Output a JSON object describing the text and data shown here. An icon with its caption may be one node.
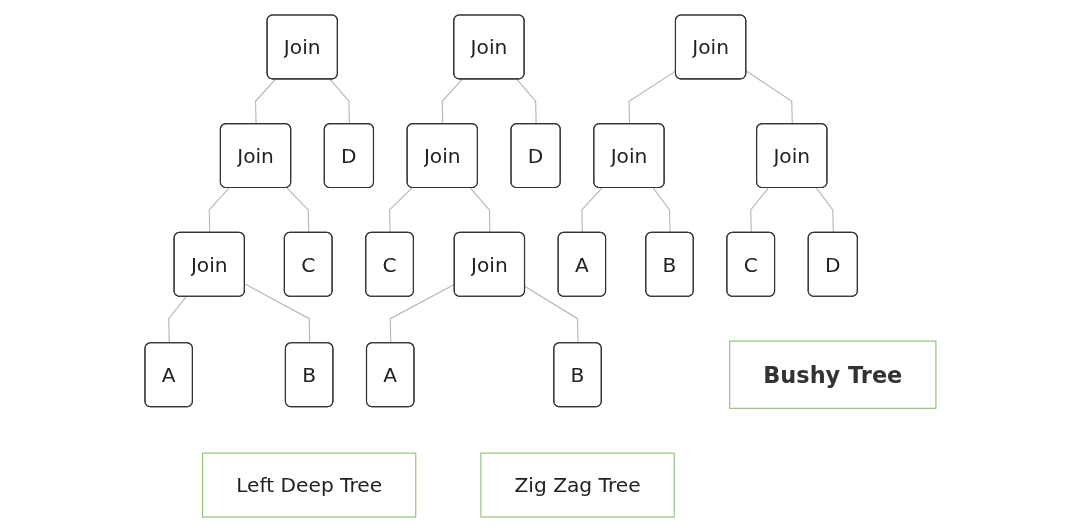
{
  "diagram": {
    "nodes": [
      {
        "text": [
          "Join"
        ]
      },
      {
        "text": [
          "Join"
        ]
      },
      {
        "text": [
          "D"
        ]
      },
      {
        "text": [
          "Join"
        ]
      },
      {
        "text": [
          "C"
        ]
      },
      {
        "text": [
          "A"
        ]
      },
      {
        "text": [
          "B"
        ]
      },
      {
        "text": [
          "Left Deep Tree"
        ]
      },
      {
        "text": [
          "Join"
        ]
      },
      {
        "text": [
          "Join"
        ]
      },
      {
        "text": [
          "D"
        ]
      },
      {
        "text": [
          "C"
        ]
      },
      {
        "text": [
          "Join"
        ]
      },
      {
        "text": [
          "A"
        ]
      },
      {
        "text": [
          "B"
        ]
      },
      {
        "text": [
          "Zig Zag Tree"
        ]
      },
      {
        "text": [
          "Join"
        ]
      },
      {
        "text": [
          "Join"
        ]
      },
      {
        "text": [
          "Join"
        ]
      },
      {
        "text": [
          "A"
        ]
      },
      {
        "text": [
          "B"
        ]
      },
      {
        "text": [
          "C"
        ]
      },
      {
        "text": [
          "D"
        ]
      },
      {
        "text": [
          "Bushy Tree"
        ]
      }
    ],
    "edges": [
      {
        "from": 0,
        "to": 1,
        "arrow": "none"
      },
      {
        "from": 0,
        "to": 2,
        "arrow": "none"
      },
      {
        "from": 1,
        "to": 3,
        "arrow": "none"
      },
      {
        "from": 1,
        "to": 4,
        "arrow": "none"
      },
      {
        "from": 3,
        "to": 5,
        "arrow": "none"
      },
      {
        "from": 3,
        "to": 6,
        "arrow": "none"
      },
      {
        "from": 8,
        "to": 9,
        "arrow": "none"
      },
      {
        "from": 8,
        "to": 10,
        "arrow": "none"
      },
      {
        "from": 9,
        "to": 11,
        "arrow": "none"
      },
      {
        "from": 9,
        "to": 12,
        "arrow": "none"
      },
      {
        "from": 12,
        "to": 13,
        "arrow": "none"
      },
      {
        "from": 12,
        "to": 14,
        "arrow": "none"
      },
      {
        "from": 16,
        "to": 17,
        "arrow": "none"
      },
      {
        "from": 16,
        "to": 18,
        "arrow": "none"
      },
      {
        "from": 17,
        "to": 19,
        "arrow": "none"
      },
      {
        "from": 17,
        "to": 20,
        "arrow": "none"
      },
      {
        "from": 18,
        "to": 21,
        "arrow": "none"
      },
      {
        "from": 18,
        "to": 22,
        "arrow": "none"
      }
    ]
  }
}
